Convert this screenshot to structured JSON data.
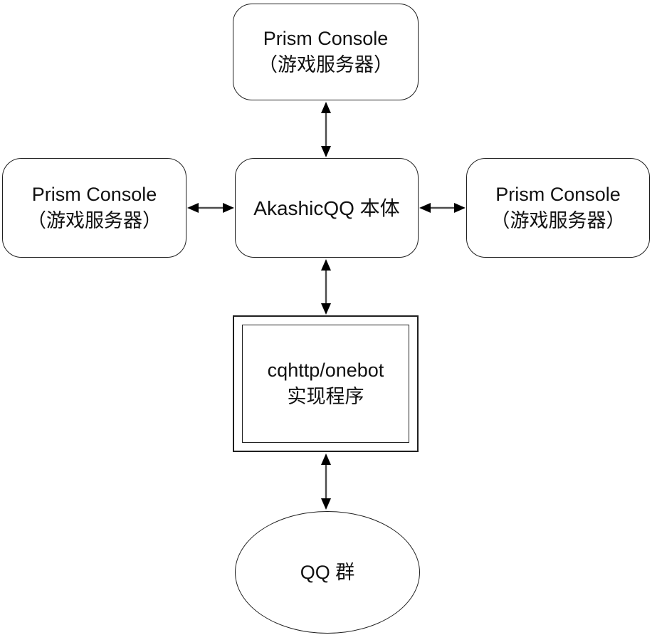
{
  "diagram": {
    "title": "AkashicQQ architecture diagram",
    "background_color": "#ffffff",
    "border_color": "#1f1f1f",
    "arrow_shaft_color": "#4d4d4d",
    "arrow_head_color": "#000000",
    "nodes": {
      "top": {
        "id": "prism-console-top",
        "shape": "rounded-rect",
        "line1": "Prism Console",
        "line2": "（游戏服务器）"
      },
      "left": {
        "id": "prism-console-left",
        "shape": "rounded-rect",
        "line1": "Prism Console",
        "line2": "（游戏服务器）"
      },
      "center": {
        "id": "akashicqq-core",
        "shape": "rounded-rect",
        "label": "AkashicQQ 本体"
      },
      "right": {
        "id": "prism-console-right",
        "shape": "rounded-rect",
        "line1": "Prism Console",
        "line2": "（游戏服务器）"
      },
      "middleware": {
        "id": "cqhttp-onebot",
        "shape": "double-rect",
        "line1": "cqhttp/onebot",
        "line2": "实现程序"
      },
      "qq_group": {
        "id": "qq-group",
        "shape": "ellipse",
        "label": "QQ 群"
      }
    },
    "edges": [
      {
        "from": "prism-console-top",
        "to": "akashicqq-core",
        "direction": "bidirectional"
      },
      {
        "from": "prism-console-left",
        "to": "akashicqq-core",
        "direction": "bidirectional"
      },
      {
        "from": "akashicqq-core",
        "to": "prism-console-right",
        "direction": "bidirectional"
      },
      {
        "from": "akashicqq-core",
        "to": "cqhttp-onebot",
        "direction": "bidirectional"
      },
      {
        "from": "cqhttp-onebot",
        "to": "qq-group",
        "direction": "bidirectional"
      }
    ]
  }
}
